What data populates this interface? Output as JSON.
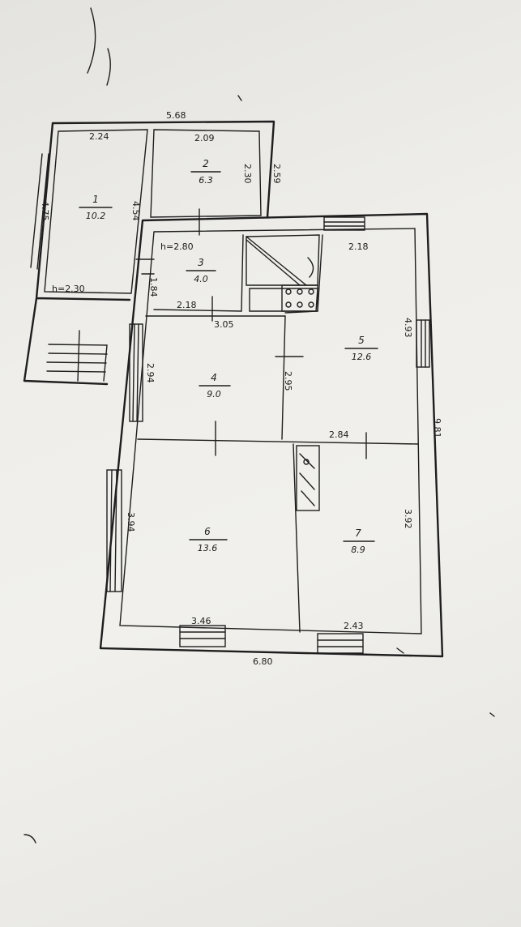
{
  "colors": {
    "paper": "#ecebe7",
    "ink": "#1e1e1e"
  },
  "rooms": [
    {
      "number": "1",
      "area": "10.2"
    },
    {
      "number": "2",
      "area": "6.3"
    },
    {
      "number": "3",
      "area": "4.0"
    },
    {
      "number": "4",
      "area": "9.0"
    },
    {
      "number": "5",
      "area": "12.6"
    },
    {
      "number": "6",
      "area": "13.6"
    },
    {
      "number": "7",
      "area": "8.9"
    }
  ],
  "dimensions": {
    "top_overall": "5.68",
    "room1_top": "2.24",
    "room2_top": "2.09",
    "room2_right": "2.30",
    "annex_right": "2.59",
    "room1_left": "4.75",
    "room1_right": "4.54",
    "room1_height": "h=2.30",
    "room3_height": "h=2.80",
    "room3_left": "1.84",
    "room3_bottom": "2.18",
    "room4_top": "3.05",
    "room4_left": "2.94",
    "room4_right": "2.95",
    "room5_top": "2.18",
    "room5_right": "4.93",
    "room5_bottom": "2.84",
    "main_right": "9.81",
    "room6_left": "3.94",
    "room6_bottom": "3.46",
    "room7_right": "3.92",
    "room7_bottom": "2.43",
    "bottom_overall": "6.80"
  }
}
